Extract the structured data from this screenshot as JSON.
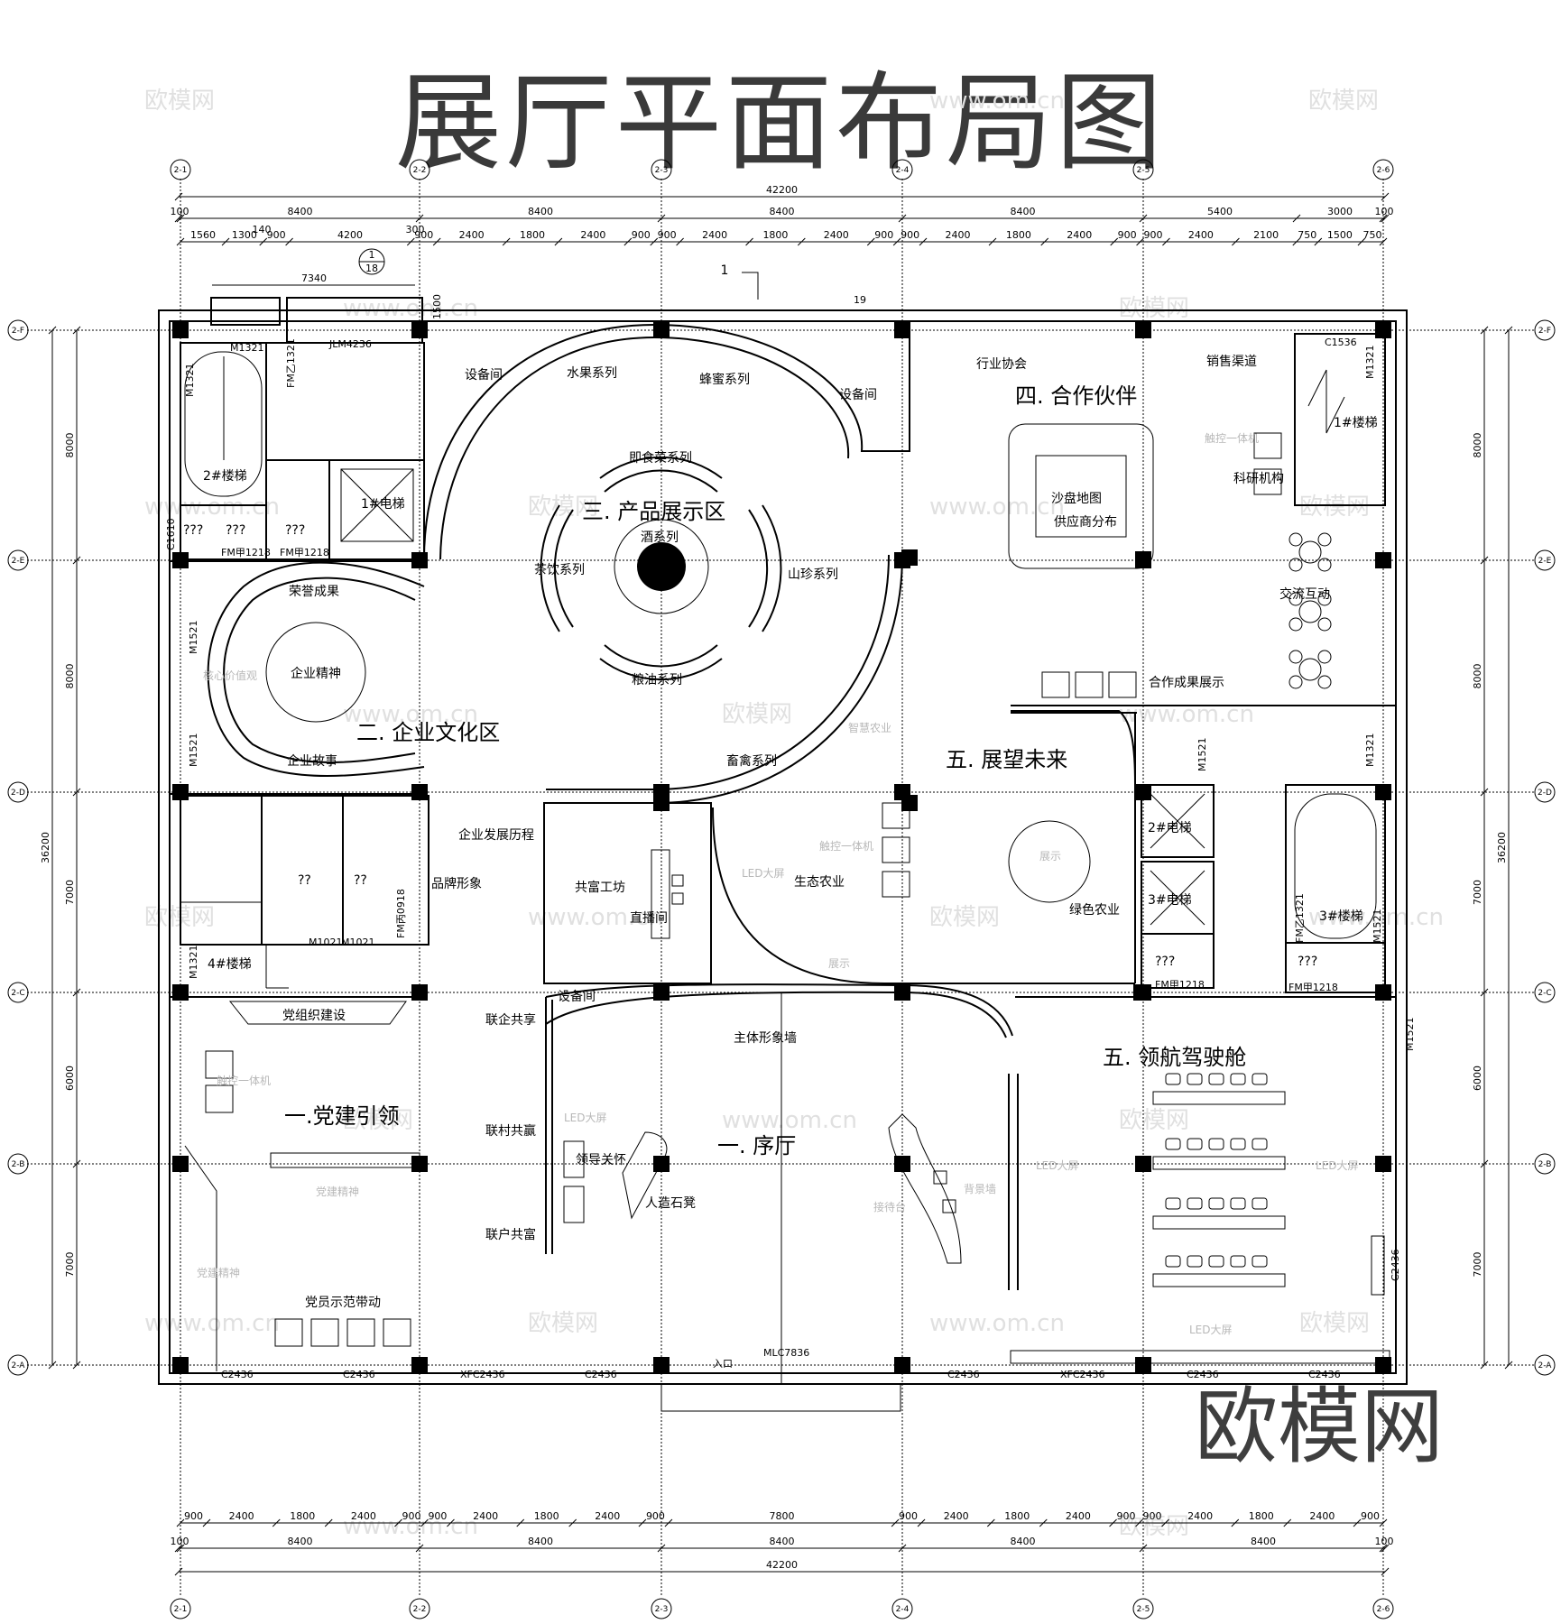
{
  "title": "展厅平面布局图",
  "brand": "欧模网",
  "watermarks": [
    "欧模网",
    "www.om.cn"
  ],
  "axes_x": [
    "2-1",
    "2-2",
    "2-3",
    "2-4",
    "2-5",
    "2-6"
  ],
  "axes_y": [
    "2-F",
    "2-E",
    "2-D",
    "2-C",
    "2-B",
    "2-A"
  ],
  "dims": {
    "total": "42200",
    "bays": [
      "8400",
      "8400",
      "8400",
      "8400"
    ],
    "bay5_top": "5400",
    "bay5_top_b": "3000",
    "bay5_bottom": "8400",
    "edge": "100",
    "total_y": "36200",
    "left_y": [
      "8000",
      "8000",
      "7000",
      "6000",
      "7000"
    ],
    "right_y": [
      "8000",
      "8000",
      "7000",
      "6000",
      "7000"
    ],
    "detail_top": [
      "1560",
      "1300",
      "900",
      "4200",
      "900",
      "2400",
      "1800",
      "2400",
      "900",
      "900",
      "2400",
      "1800",
      "2400",
      "900",
      "900",
      "2400",
      "1800",
      "2400",
      "900",
      "900",
      "2400",
      "2100",
      "750",
      "1500",
      "750"
    ],
    "detail_bottom": [
      "900",
      "2400",
      "1800",
      "2400",
      "900",
      "900",
      "2400",
      "1800",
      "2400",
      "900",
      "7800",
      "900",
      "2400",
      "1800",
      "2400",
      "900",
      "900",
      "2400",
      "1800",
      "2400",
      "900"
    ],
    "extra_7340": "7340",
    "extra_140": "140",
    "extra_300": "300",
    "extra_1500": "1500",
    "marker": "1",
    "marker_b": "18",
    "marker_19": "19"
  },
  "zones": {
    "z1": "一.党建引领",
    "z2": "二. 企业文化区",
    "z3": "三. 产品展示区",
    "z4": "四. 合作伙伴",
    "z5a": "五. 展望未来",
    "z5b": "五. 领航驾驶舱",
    "lobby": "一. 序厅"
  },
  "labels": {
    "equip": "设备间",
    "fruit": "水果系列",
    "honey": "蜂蜜系列",
    "instant": "即食菜系列",
    "wine": "酒系列",
    "tea": "茶饮系列",
    "mountain": "山珍系列",
    "grain": "粮油系列",
    "livestock": "畜禽系列",
    "assoc": "行业协会",
    "sales": "销售渠道",
    "sandmap": "沙盘地图",
    "supplier": "供应商分布",
    "research": "科研机构",
    "interact": "交流互动",
    "coop": "合作成果展示",
    "honor": "荣誉成果",
    "spirit": "企业精神",
    "story": "企业故事",
    "history": "企业发展历程",
    "brandimg": "品牌形象",
    "workshop": "共富工坊",
    "live": "直播间",
    "eco": "生态农业",
    "green": "绿色农业",
    "party_org": "党组织建设",
    "party_demo": "党员示范带动",
    "share1": "联企共享",
    "share2": "联村共赢",
    "share3": "联户共富",
    "mainwall": "主体形象墙",
    "leader": "领导关怀",
    "stone": "人造石凳",
    "stair1": "1#楼梯",
    "stair2": "2#楼梯",
    "stair3": "3#楼梯",
    "stair4": "4#楼梯",
    "q3": "???",
    "q2": "??",
    "elev1": "1#电梯",
    "elev2": "2#电梯",
    "elev3": "3#电梯"
  },
  "faint_labels": {
    "touch": "触控一体机",
    "smart": "智慧农业",
    "led": "LED大屏",
    "show": "展示",
    "core": "核心价值观",
    "party_spirit": "党建精神",
    "reception": "接待台",
    "bgwall": "背景墙"
  },
  "codes": {
    "m1321": "M1321",
    "m1521": "M1521",
    "fm1218": "FM甲1218",
    "fm1321": "FM乙1321",
    "jlm": "JLM4236",
    "c1610": "C1610",
    "c1536": "C1536",
    "c2436": "C2436",
    "xfc": "XFC2436",
    "mlc": "MLC7836",
    "m1021": "M1021",
    "fm0918": "FM丙0918",
    "entry": "入口"
  }
}
